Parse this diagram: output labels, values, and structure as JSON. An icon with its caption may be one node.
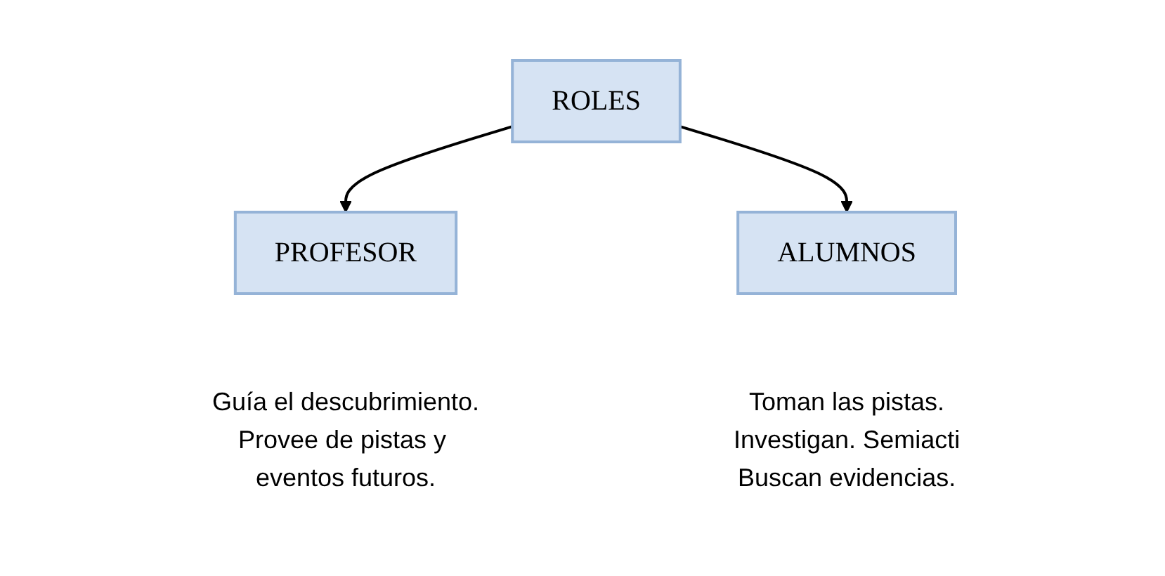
{
  "diagram": {
    "nodes": [
      {
        "text": [
          "ROLES"
        ]
      },
      {
        "text": [
          "PROFESOR"
        ],
        "beside": [
          "Guía el descubrimiento.",
          "Provee de pistas y eventos futuros."
        ]
      },
      {
        "text": [
          "ALUMNOS"
        ],
        "beside": [
          "Toman las pistas.",
          "Investigan. Semiacti",
          "Buscan evidencias."
        ]
      }
    ],
    "edges": [
      {
        "from": 0,
        "to": 1,
        "arrow": "to"
      },
      {
        "from": 0,
        "to": 2,
        "arrow": "to"
      }
    ]
  }
}
